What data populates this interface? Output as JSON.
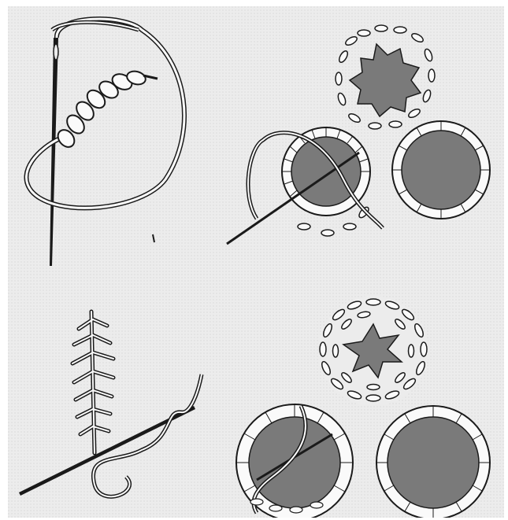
{
  "plate": {
    "panels": [
      {
        "id": "top-left",
        "subject": "chain-stitch-with-needle-icon"
      },
      {
        "id": "top-right",
        "subject": "satin-stitch-dots-icon"
      },
      {
        "id": "bottom-left",
        "subject": "feather-stitch-with-needle-icon"
      },
      {
        "id": "bottom-right",
        "subject": "buttonhole-stitch-dots-icon"
      }
    ],
    "colors": {
      "paper": "#ececec",
      "ink": "#1a1a1a",
      "fill": "#7a7a7a",
      "thread": "#fafafa"
    }
  }
}
